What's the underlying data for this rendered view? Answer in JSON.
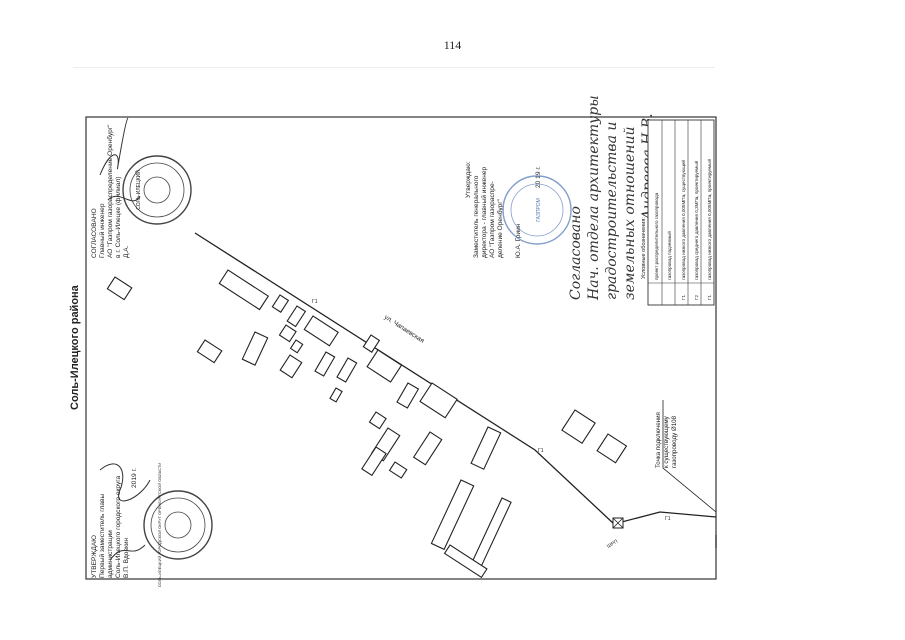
{
  "page_number": "114",
  "district_fragment": "Соль-Илецкого района",
  "agreed_block": {
    "heading": "СОГЛАСОВАНО",
    "line1": "Главный инженер",
    "line2": "АО \"Газпром газораспределение Оренбург\"",
    "line3": "в г. Соль-Илецке (филиал)",
    "signature": "Д.А."
  },
  "approved_block_bottom": {
    "heading": "УТВЕРЖДАЮ",
    "line1": "Первый заместитель главы",
    "line2": "администрации",
    "line3": "Соль-Илецкого городского округа",
    "line4": "В.П. Вдовкин",
    "date": "2019 г."
  },
  "approved_block_right": {
    "heading": "Утверждаю:",
    "line1": "Заместитель генерального",
    "line2": "директора - главный инженер",
    "line3": "АО \"Газпром газораспре-",
    "line4": "деление Оренбург\"",
    "signature_name": "Ю.А. Гриин",
    "date": "20 19 г."
  },
  "stamps": {
    "top_left": "СОЛЬ-ИЛЕЦКИЙ",
    "bottom_left": "СОЛЬ-ИЛЕЦКИЙ ГОРОДСКОЙ ОКРУГ ОРЕНБУРГСКОЙ ОБЛАСТИ",
    "right": "ГАЗПРОМ"
  },
  "street_label": "ул. Чапаевская",
  "connection_point": {
    "line1": "Точка подключения",
    "line2": "к существующему",
    "line3": "газопроводу Ø108"
  },
  "pipe_marks": [
    "Г1",
    "Г1",
    "Г1"
  ],
  "grp_label": "ШРП",
  "handwritten": {
    "line1": "Согласовано",
    "line2": "Нач. отдела архитектуры",
    "line3": "градостроительства и",
    "line4": "земельных отношений",
    "signature": "Андреева Н.В."
  },
  "legend": {
    "title": "Условные обозначения:",
    "rows": [
      {
        "symbol": "",
        "text": "проект распределительного газопровода"
      },
      {
        "symbol": "",
        "text": "газопровод подземный"
      },
      {
        "symbol": "Г1",
        "text": "газопровод низкого давления 0,005МПа, существующий"
      },
      {
        "symbol": "Г2",
        "text": "газопровод среднего давления 0,3МПа, проектируемый"
      },
      {
        "symbol": "Г1",
        "text": "газопровод низкого давления 0,005МПа, проектируемый"
      }
    ]
  }
}
